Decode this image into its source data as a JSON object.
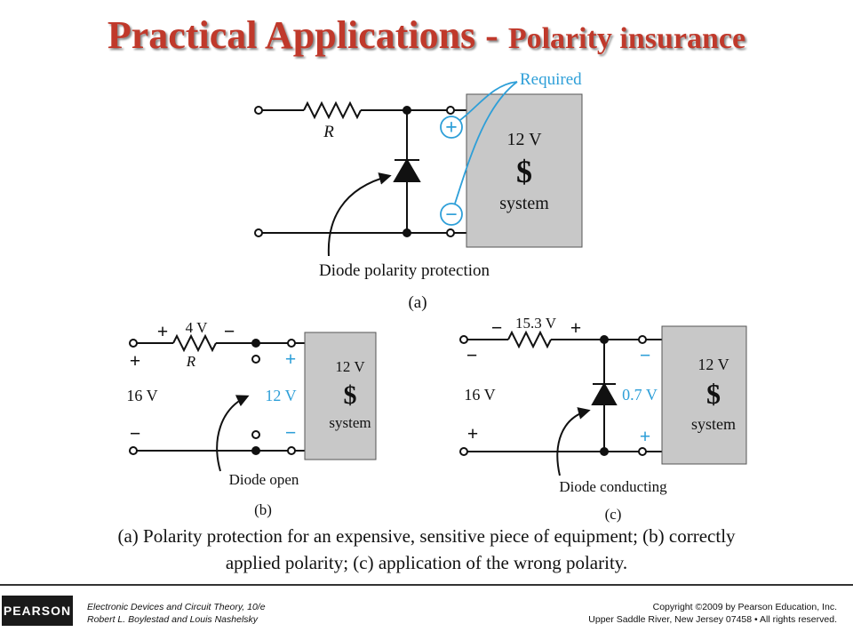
{
  "title": {
    "main": "Practical Applications - ",
    "sub": "Polarity insurance"
  },
  "diagram": {
    "a": {
      "required_label": "Required",
      "plus_symbol": "+",
      "minus_symbol": "−",
      "resistor_label": "R",
      "system_voltage": "12 V",
      "system_symbol": "$",
      "system_label": "system",
      "diode_label": "Diode polarity protection",
      "figure_label": "(a)"
    },
    "b": {
      "resistor_plus": "+",
      "resistor_voltage": "4 V",
      "resistor_minus": "−",
      "resistor_label": "R",
      "source_plus": "+",
      "source_voltage": "16 V",
      "source_minus": "−",
      "load_plus": "+",
      "load_voltage": "12 V",
      "load_minus": "−",
      "system_voltage": "12 V",
      "system_symbol": "$",
      "system_label": "system",
      "diode_label": "Diode open",
      "figure_label": "(b)"
    },
    "c": {
      "resistor_minus": "−",
      "resistor_voltage": "15.3 V",
      "resistor_plus": "+",
      "source_minus": "−",
      "source_voltage": "16 V",
      "source_plus": "+",
      "load_minus": "−",
      "diode_voltage": "0.7 V",
      "load_plus": "+",
      "system_voltage": "12 V",
      "system_symbol": "$",
      "system_label": "system",
      "diode_label": "Diode conducting",
      "figure_label": "(c)"
    }
  },
  "caption": {
    "line1": "(a) Polarity protection for an expensive, sensitive piece of equipment; (b) correctly",
    "line2": "applied polarity;  (c) application of the wrong polarity."
  },
  "footer": {
    "logo": "PEARSON",
    "book_title": "Electronic Devices and Circuit Theory, 10/e",
    "authors": "Robert L. Boylestad and Louis Nashelsky",
    "copyright": "Copyright ©2009 by Pearson Education, Inc.",
    "rights": "Upper Saddle River, New Jersey 07458 • All rights reserved."
  },
  "colors": {
    "title": "#c0392b",
    "accent_blue": "#2e9fd8",
    "box_gray": "#c8c8c8"
  }
}
